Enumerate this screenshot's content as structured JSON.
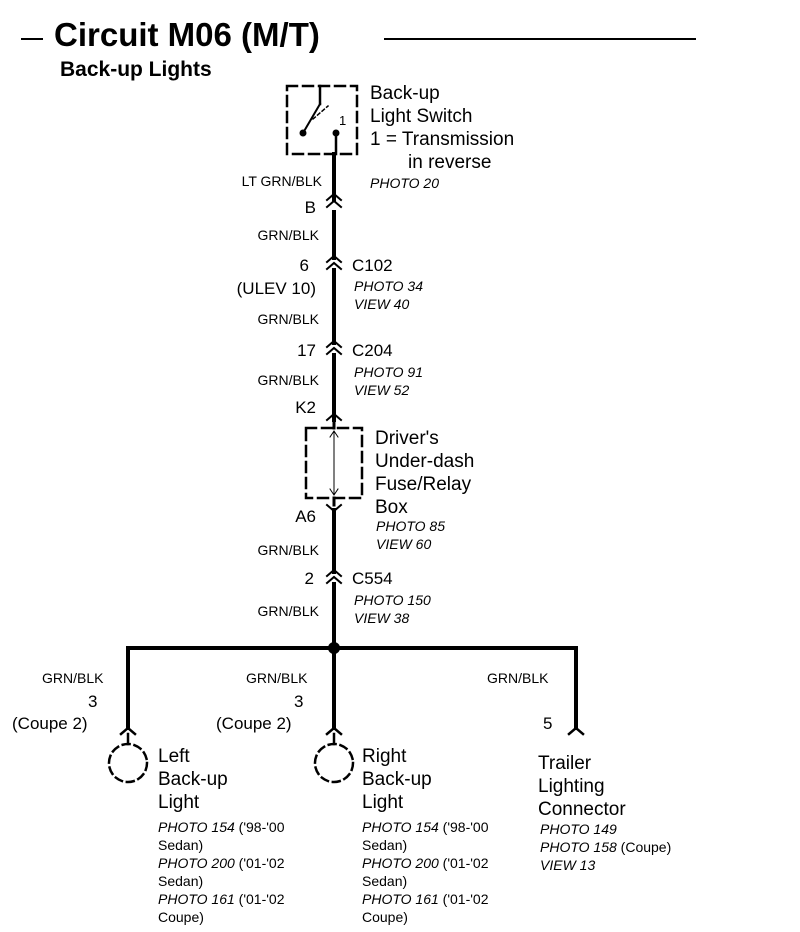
{
  "header": {
    "title": "Circuit M06 (M/T)",
    "subtitle": "Back-up Lights"
  },
  "switch": {
    "lines": [
      "Back-up",
      "Light Switch",
      "1 = Transmission",
      "in reverse"
    ],
    "photo": "PHOTO 20",
    "pin": "1"
  },
  "wires": {
    "lt_grn_blk": "LT GRN/BLK",
    "w1": "GRN/BLK",
    "w2": "GRN/BLK",
    "w3": "GRN/BLK",
    "w4": "GRN/BLK",
    "w5": "GRN/BLK",
    "left": "GRN/BLK",
    "mid": "GRN/BLK",
    "right": "GRN/BLK"
  },
  "connectors": {
    "b": "B",
    "c102": {
      "pin": "6",
      "ulev": "(ULEV 10)",
      "name": "C102",
      "photo": "PHOTO 34",
      "view": "VIEW 40"
    },
    "c204": {
      "pin": "17",
      "name": "C204",
      "photo": "PHOTO 91",
      "view": "VIEW 52"
    },
    "k2": "K2",
    "a6": "A6",
    "c554": {
      "pin": "2",
      "name": "C554",
      "photo": "PHOTO 150",
      "view": "VIEW 38"
    }
  },
  "fuse_box": {
    "lines": [
      "Driver's",
      "Under-dash",
      "Fuse/Relay",
      "Box"
    ],
    "photo": "PHOTO 85",
    "view": "VIEW 60"
  },
  "left_light": {
    "pin": "3",
    "coupe": "(Coupe 2)",
    "lines": [
      "Left",
      "Back-up",
      "Light"
    ],
    "refs": [
      {
        "photo": "PHOTO 154",
        "note": "('98-'00"
      },
      {
        "photo": "",
        "note": "Sedan)"
      },
      {
        "photo": "PHOTO 200",
        "note": "('01-'02"
      },
      {
        "photo": "",
        "note": "Sedan)"
      },
      {
        "photo": "PHOTO 161",
        "note": "('01-'02"
      },
      {
        "photo": "",
        "note": "Coupe)"
      }
    ]
  },
  "right_light": {
    "pin": "3",
    "coupe": "(Coupe 2)",
    "lines": [
      "Right",
      "Back-up",
      "Light"
    ],
    "refs": [
      {
        "photo": "PHOTO 154",
        "note": "('98-'00"
      },
      {
        "photo": "",
        "note": "Sedan)"
      },
      {
        "photo": "PHOTO 200",
        "note": "('01-'02"
      },
      {
        "photo": "",
        "note": "Sedan)"
      },
      {
        "photo": "PHOTO 161",
        "note": "('01-'02"
      },
      {
        "photo": "",
        "note": "Coupe)"
      }
    ]
  },
  "trailer": {
    "pin": "5",
    "lines": [
      "Trailer",
      "Lighting",
      "Connector"
    ],
    "refs": [
      {
        "photo": "PHOTO 149",
        "note": ""
      },
      {
        "photo": "PHOTO 158",
        "note": "(Coupe)"
      },
      {
        "photo": "VIEW 13",
        "note": ""
      }
    ]
  }
}
